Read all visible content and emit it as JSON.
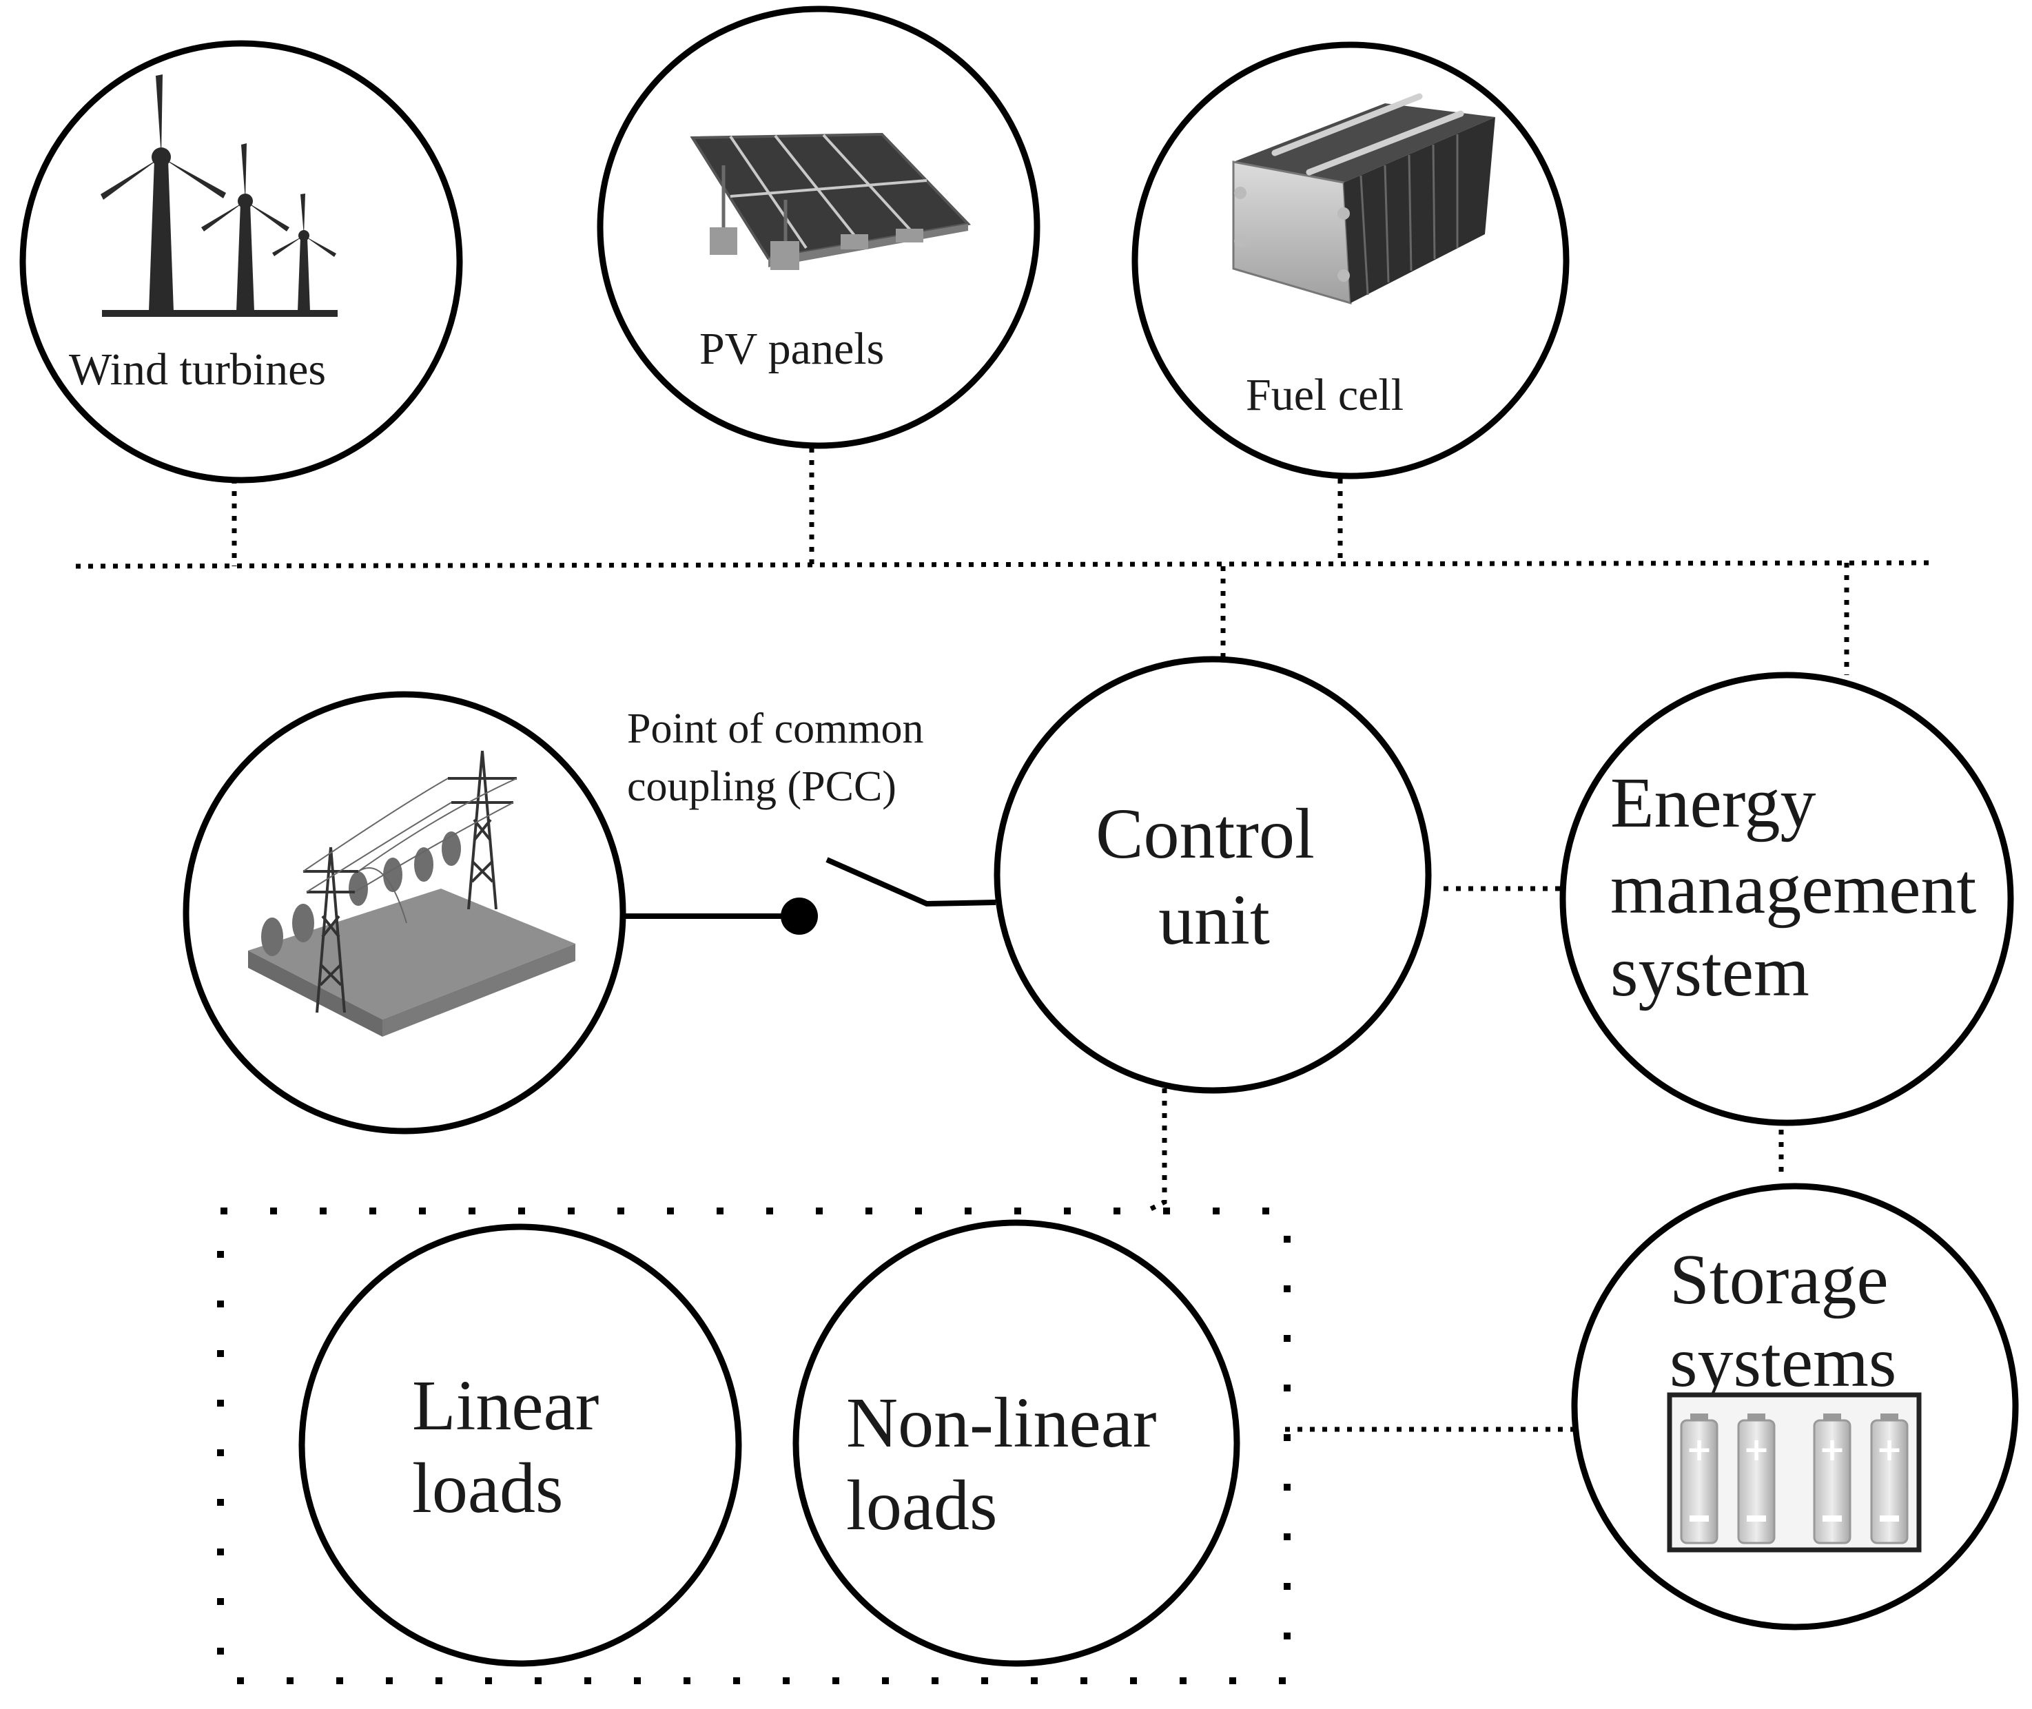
{
  "nodes": {
    "wind": {
      "label": "Wind turbines"
    },
    "pv": {
      "label": "PV panels"
    },
    "fuel": {
      "label": "Fuel cell"
    },
    "grid": {
      "label": ""
    },
    "control": {
      "lines": [
        "Control",
        "unit"
      ]
    },
    "ems": {
      "lines": [
        "Energy",
        "management",
        "system"
      ]
    },
    "storage": {
      "lines": [
        "Storage",
        "systems"
      ]
    },
    "linear": {
      "lines": [
        "Linear",
        "loads"
      ]
    },
    "nonlinear": {
      "lines": [
        "Non-linear",
        "loads"
      ]
    }
  },
  "pcc": {
    "lines": [
      "Point of common",
      "coupling (PCC)"
    ]
  },
  "icons": {
    "wind": "wind-turbine-icon",
    "pv": "solar-panel-icon",
    "fuel": "fuel-cell-stack-icon",
    "grid": "power-grid-tower-icon",
    "storage": "battery-bank-icon"
  },
  "colors": {
    "stroke": "#000000",
    "image_fill": "#9a9a9a",
    "text": "#1a1a1a"
  }
}
